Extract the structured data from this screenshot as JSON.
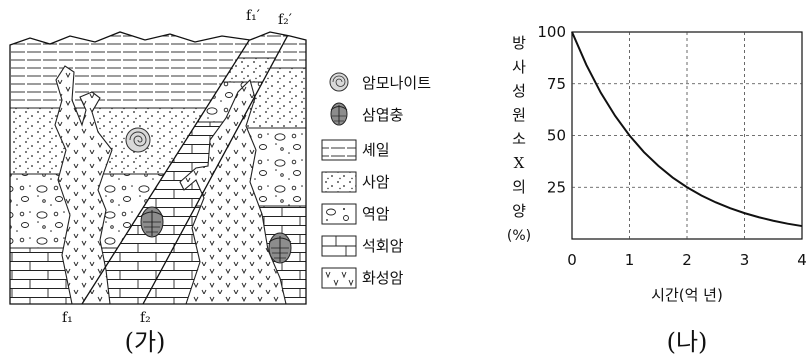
{
  "panel_a": {
    "caption": "(가)",
    "fault_labels": {
      "f1_bottom": "f₁",
      "f2_bottom": "f₂",
      "f1_top": "f₁′",
      "f2_top": "f₂′"
    },
    "legend": [
      {
        "label": "암모나이트",
        "icon": "ammonite-icon"
      },
      {
        "label": "삼엽충",
        "icon": "trilobite-icon"
      },
      {
        "label": "셰일",
        "icon": "shale-pattern-icon"
      },
      {
        "label": "사암",
        "icon": "sandstone-pattern-icon"
      },
      {
        "label": "역암",
        "icon": "conglomerate-pattern-icon"
      },
      {
        "label": "석회암",
        "icon": "limestone-pattern-icon"
      },
      {
        "label": "화성암",
        "icon": "igneous-pattern-icon"
      }
    ]
  },
  "panel_b": {
    "caption": "(나)",
    "ylabel_chars": [
      "방",
      "사",
      "성",
      "원",
      "소",
      "X",
      "의",
      "양",
      "(%)"
    ],
    "xlabel": "시간(억 년)"
  },
  "chart_data": {
    "type": "line",
    "title": "",
    "xlabel": "시간(억 년)",
    "ylabel": "방사성 원소 X의 양(%)",
    "xlim": [
      0,
      4
    ],
    "ylim": [
      0,
      100
    ],
    "x_ticks": [
      "0",
      "1",
      "2",
      "3",
      "4"
    ],
    "y_ticks": [
      "25",
      "50",
      "75",
      "100"
    ],
    "grid": true,
    "series": [
      {
        "x": [
          0,
          0.25,
          0.5,
          0.75,
          1,
          1.25,
          1.5,
          1.75,
          2,
          2.25,
          2.5,
          2.75,
          3,
          3.25,
          3.5,
          3.75,
          4
        ],
        "values": [
          100,
          84.1,
          70.7,
          59.5,
          50,
          42,
          35.4,
          29.7,
          25,
          21,
          17.7,
          14.9,
          12.5,
          10.5,
          8.8,
          7.4,
          6.25
        ]
      }
    ]
  }
}
